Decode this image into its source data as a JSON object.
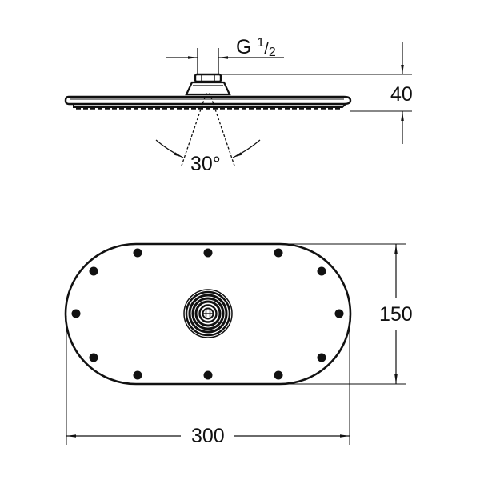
{
  "drawing": {
    "title": "Shower head dimension drawing",
    "colors": {
      "line": "#111111",
      "background": "#ffffff"
    },
    "side_view": {
      "thread_label": {
        "prefix": "G",
        "numerator": "1",
        "slash": "/",
        "denominator": "2"
      },
      "height_dimension": "40",
      "tilt_angle": "30°"
    },
    "top_view": {
      "shape": "stadium",
      "nozzle_dots_count": 12,
      "height_dimension": "150",
      "width_dimension": "300"
    }
  }
}
